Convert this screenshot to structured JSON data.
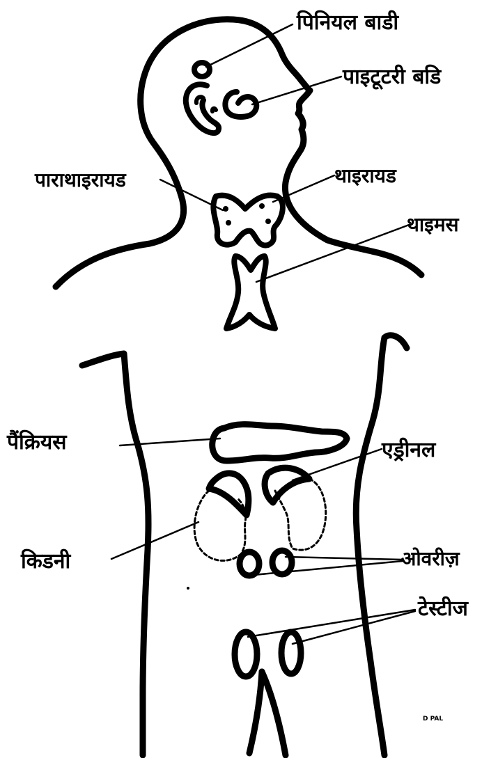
{
  "labels": {
    "pineal": "पिनियल बाडी",
    "pituitary": "पाइटूटरी बडि",
    "parathyroid": "पाराथाइरायड",
    "thyroid": "थाइरायड",
    "thymus": "थाइमस",
    "pancreas": "पैंक्रियस",
    "adrenal": "एड्रीनल",
    "kidney": "किडनी",
    "ovaries": "ओवरीज़",
    "testes": "टेस्टीज"
  },
  "signature": "D PAL",
  "colors": {
    "ink": "#000000",
    "paper": "#ffffff"
  }
}
